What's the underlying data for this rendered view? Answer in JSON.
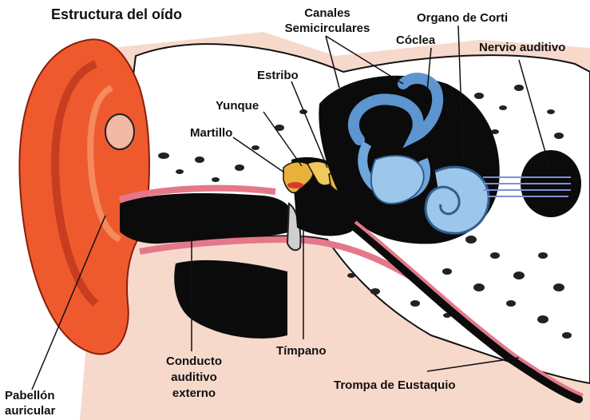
{
  "diagram": {
    "title": "Estructura del oído",
    "labels": {
      "canales_line1": "Canales",
      "canales_line2": "Semicirculares",
      "organo": "Organo de Corti",
      "coclea": "Cóclea",
      "nervio": "Nervio auditivo",
      "estribo": "Estribo",
      "yunque": "Yunque",
      "martillo": "Martillo",
      "conducto_line1": "Conducto",
      "conducto_line2": "auditivo",
      "conducto_line3": "externo",
      "timpano": "Tímpano",
      "pabellon_line1": "Pabellón",
      "pabellon_line2": "auricular",
      "trompa": "Trompa de Eustaquio"
    },
    "colors": {
      "outer_ear": "#ee5a2e",
      "outer_ear_dark": "#c8361a",
      "skin": "#f6c7b7",
      "canal_lining": "#e4788a",
      "bone": "#ffffff",
      "dark": "#0b0b0b",
      "cochlea_blue": "#5c95cf",
      "cochlea_light": "#9cc6ea",
      "ossicle_yellow": "#e8b23a"
    }
  }
}
